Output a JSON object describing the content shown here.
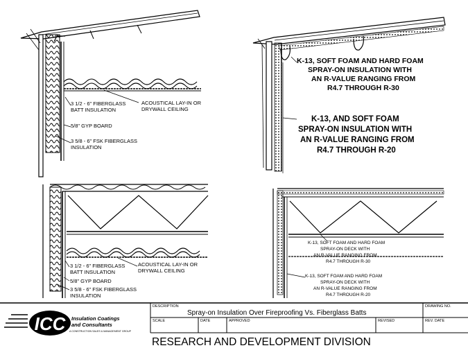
{
  "panel_tl": {
    "batt_1": "3 1/2 - 6\" FIBERGLASS",
    "batt_2": "BATT INSULATION",
    "ceiling_1": "ACOUSTICAL LAY-IN OR",
    "ceiling_2": "DRYWALL CEILING",
    "gyp": "5/8\" GYP BOARD",
    "fsk_1": "3 5/8 - 6\" FSK FIBERGLASS",
    "fsk_2": "INSULATION"
  },
  "panel_tr": {
    "roof_1": "K-13, SOFT FOAM AND HARD FOAM",
    "roof_2": "SPRAY-ON INSULATION WITH",
    "roof_3": "AN R-VALUE RANGING FROM",
    "roof_4": "R4.7 THROUGH R-30",
    "wall_1": "K-13, AND SOFT FOAM",
    "wall_2": "SPRAY-ON INSULATION WITH",
    "wall_3": "AN R-VALUE RANGING FROM",
    "wall_4": "R4.7 THROUGH R-20"
  },
  "panel_bl": {
    "batt_1": "3 1/2 - 6\" FIBERGLASS",
    "batt_2": "BATT INSULATION",
    "ceiling_1": "ACOUSTICAL LAY-IN OR",
    "ceiling_2": "DRYWALL CEILING",
    "gyp": "5/8\" GYP BOARD",
    "fsk_1": "3 5/8 - 6\" FSK FIBERGLASS",
    "fsk_2": "INSULATION"
  },
  "panel_br": {
    "deck_1": "K-13, SOFT FOAM AND HARD FOAM",
    "deck_2": "SPRAY-ON DECK WITH",
    "deck_3": "AN R-VALUE RANGING FROM",
    "deck_4": "R4.7 THROUGH R-30",
    "wall_1": "K-13, SOFT FOAM AND HARD FOAM",
    "wall_2": "SPRAY-ON DECK WITH",
    "wall_3": "AN R-VALUE RANGING FROM",
    "wall_4": "R4.7 THROUGH R-20"
  },
  "title_block": {
    "description_label": "DESCRIPTION",
    "description": "Spray-on Insulation Over Fireproofing Vs. Fiberglass Batts",
    "drawing_no_label": "DRAWING NO.",
    "scale_label": "SCALE",
    "date_label": "DATE",
    "approved_label": "APPROVED",
    "revised_label": "REVISED",
    "rev_date_label": "REV. DATE",
    "division": "RESEARCH AND DEVELOPMENT DIVISION"
  },
  "logo": {
    "mark": "ICC",
    "name_1": "Insulation Coatings",
    "name_2": "and Consultants",
    "tagline": "A CONSTRUCTION SALES & MANAGEMENT GROUP"
  }
}
